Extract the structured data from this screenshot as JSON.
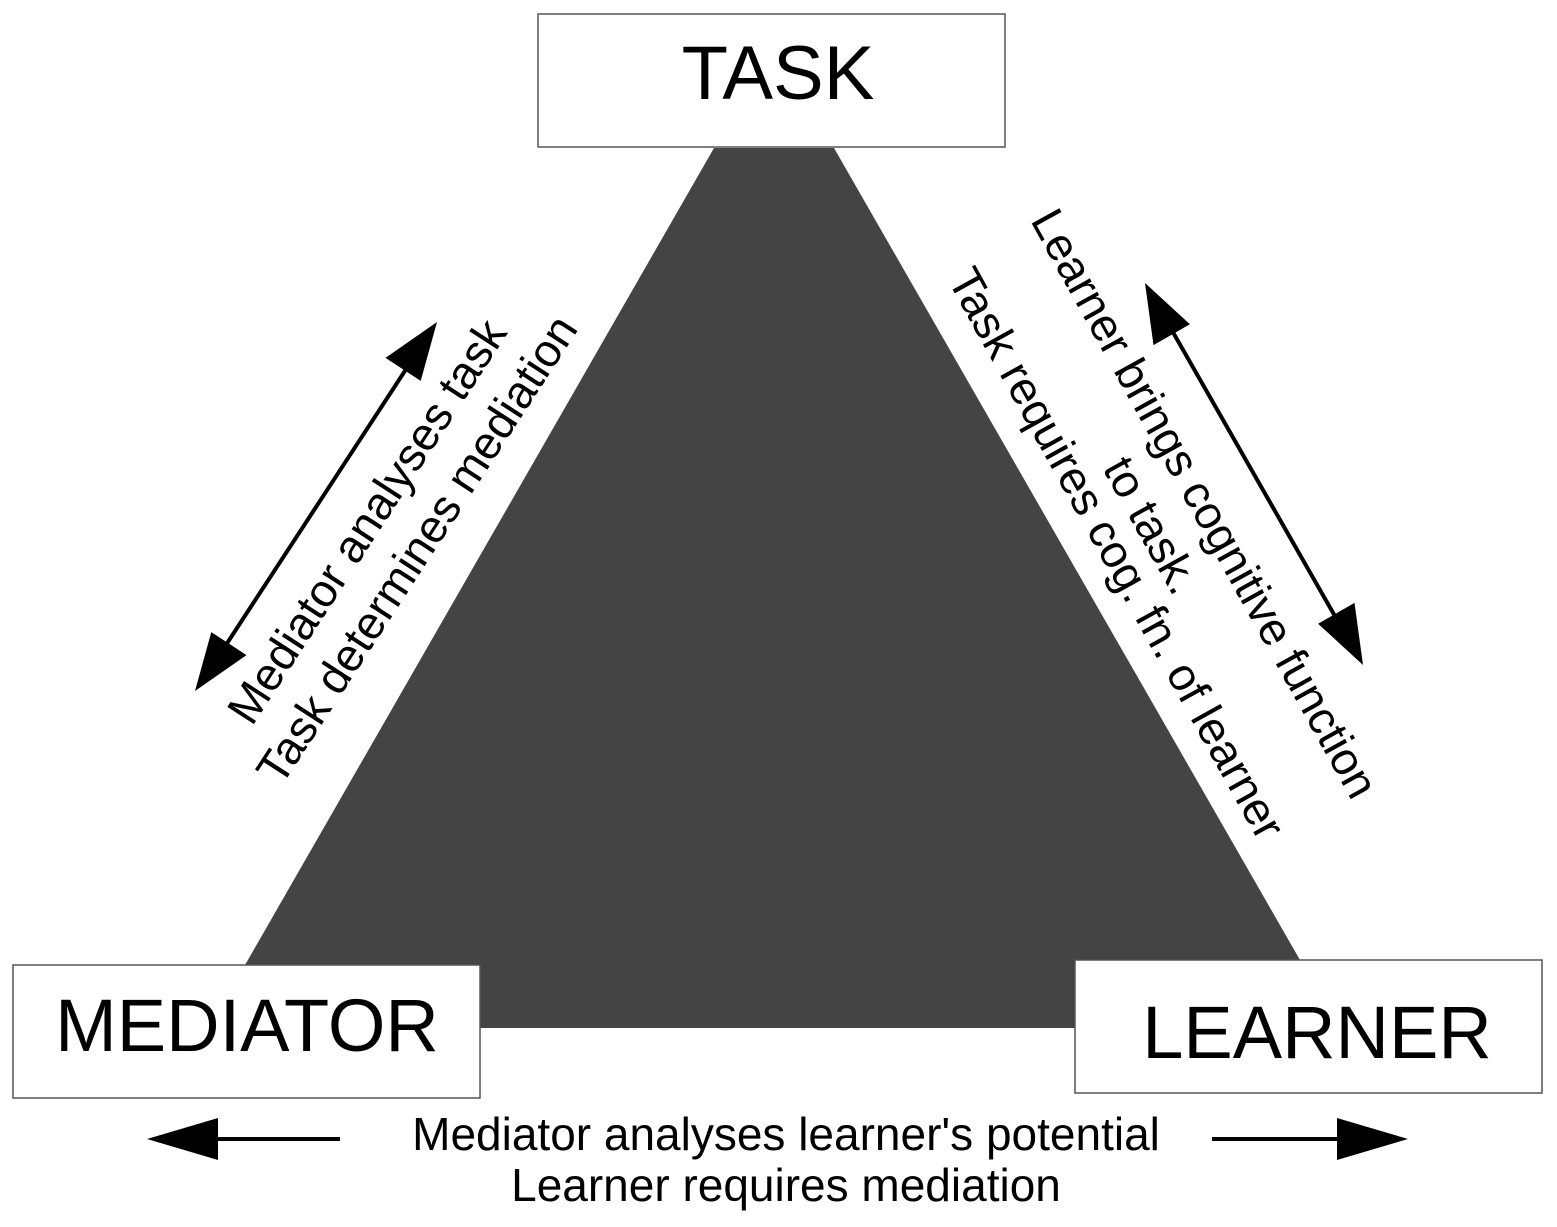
{
  "nodes": {
    "task": {
      "label": "TASK"
    },
    "mediator": {
      "label": "MEDIATOR"
    },
    "learner": {
      "label": "LEARNER"
    }
  },
  "edges": {
    "mediator_task": {
      "line1": "Mediator analyses task",
      "line2": "Task determines mediation"
    },
    "task_learner": {
      "line1": "Learner brings cognitive function",
      "line2": "to task.",
      "line3": "Task requires cog. fn. of learner"
    },
    "mediator_learner": {
      "line1": "Mediator analyses learner's potential",
      "line2": "Learner requires mediation"
    }
  },
  "colors": {
    "triangle_fill": "#444444",
    "box_fill": "#ffffff",
    "box_stroke": "#555555",
    "text": "#000000",
    "arrow": "#000000"
  }
}
